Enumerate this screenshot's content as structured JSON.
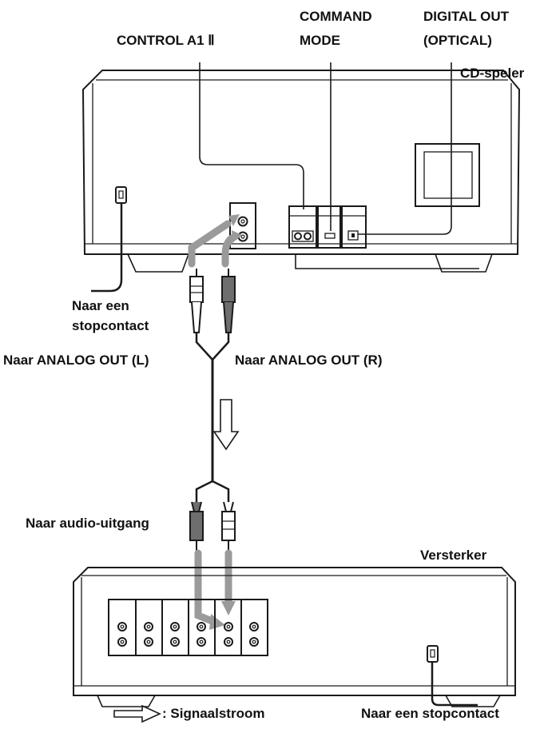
{
  "labels": {
    "control_a1": "CONTROL A1 Ⅱ",
    "command_mode_1": "COMMAND",
    "command_mode_2": "MODE",
    "digital_out_1": "DIGITAL OUT",
    "digital_out_2": "(OPTICAL)",
    "cd_player": "CD-speler",
    "outlet_cd_1": "Naar een",
    "outlet_cd_2": "stopcontact",
    "analog_out_l": "Naar ANALOG OUT (L)",
    "analog_out_r": "Naar ANALOG OUT (R)",
    "audio_out": "Naar audio-uitgang",
    "amplifier": "Versterker",
    "legend_signal": ": Signaalstroom",
    "outlet_amp": "Naar een stopcontact"
  },
  "colors": {
    "line": "#1a1a1a",
    "arrow_fill": "#9a9a9a",
    "plug_dark": "#6e6e6e",
    "background": "#ffffff"
  },
  "icons": {
    "signal_flow": "outline-arrow-icon",
    "jack": "rca-jack-icon"
  }
}
